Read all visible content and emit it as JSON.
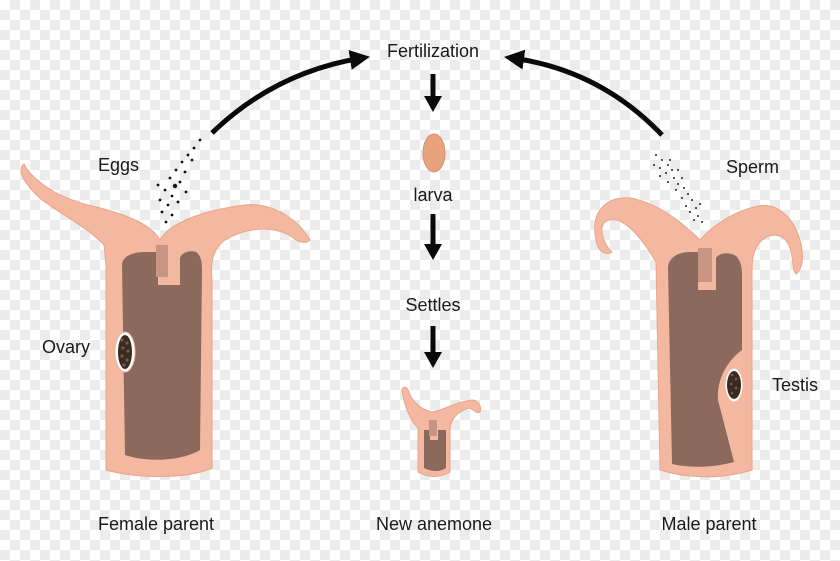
{
  "labels": {
    "fertilization": "Fertilization",
    "larva": "larva",
    "settles": "Settles",
    "eggs": "Eggs",
    "sperm": "Sperm",
    "ovary": "Ovary",
    "testis": "Testis",
    "female_parent": "Female parent",
    "new_anemone": "New anemone",
    "male_parent": "Male parent"
  },
  "colors": {
    "skin": "#f4b8a0",
    "cavity": "#8b6a5d",
    "arrow": "#0a0a0a"
  }
}
